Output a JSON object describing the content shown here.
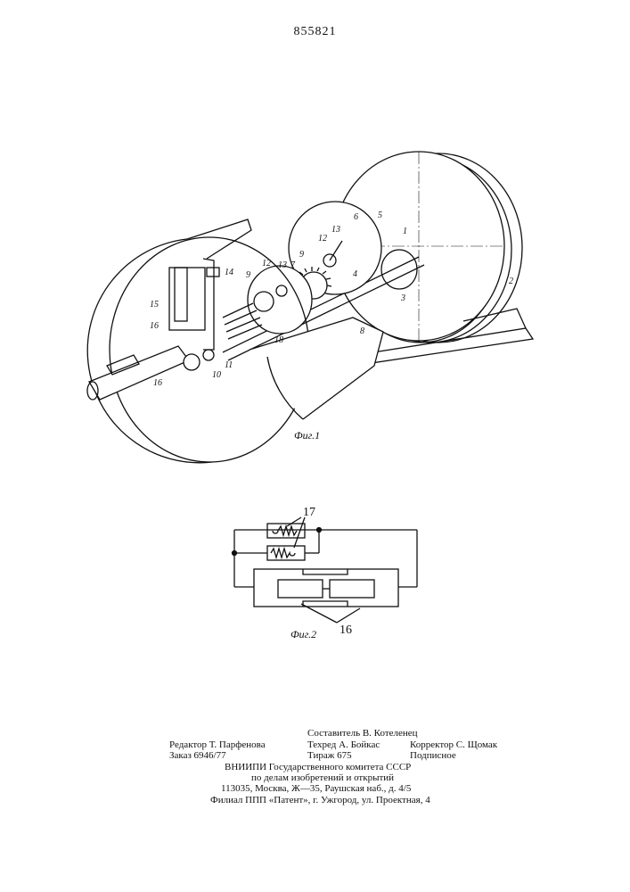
{
  "header": {
    "patent_number": "855821"
  },
  "figure1": {
    "caption": "Фиг.1",
    "labels": [
      "1",
      "2",
      "3",
      "4",
      "5",
      "6",
      "7",
      "8",
      "9",
      "9",
      "10",
      "11",
      "12",
      "12",
      "13",
      "13",
      "14",
      "15",
      "16",
      "16",
      "18"
    ]
  },
  "figure2": {
    "caption": "Фиг.2",
    "labels": {
      "springs": "17",
      "units": "16"
    }
  },
  "footer": {
    "compiler": "Составитель В. Котеленец",
    "editor": "Редактор Т. Парфенова",
    "techred": "Техред А. Бойкас",
    "corrector": "Корректор С. Щомак",
    "order": "Заказ 6946/77",
    "circulation": "Тираж 675",
    "subscription": "Подписное",
    "org_line1": "ВНИИПИ Государственного комитета СССР",
    "org_line2": "по делам изобретений и открытий",
    "address": "113035, Москва, Ж—35, Раушская наб., д. 4/5",
    "branch": "Филиал ППП «Патент», г. Ужгород, ул. Проектная, 4"
  }
}
